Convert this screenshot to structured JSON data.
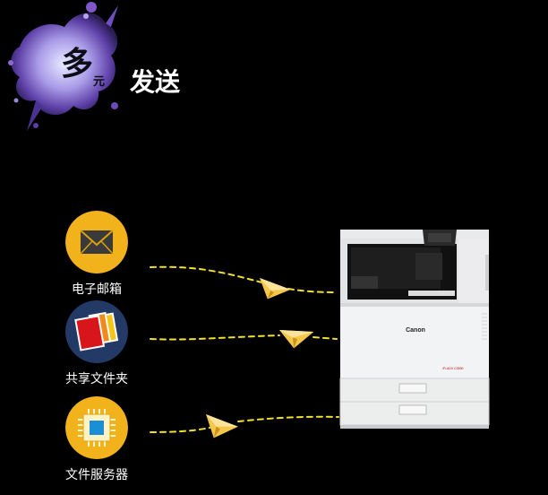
{
  "title": {
    "big_char": "多",
    "small_char": "元",
    "rest": "发送"
  },
  "destinations": [
    {
      "label": "电子邮箱",
      "icon": "envelope-icon"
    },
    {
      "label": "共享文件夹",
      "icon": "shared-folder-icon"
    },
    {
      "label": "文件服务器",
      "icon": "file-server-icon"
    }
  ],
  "printer": {
    "brand": "Canon",
    "model_text": "iR-ADV C3530"
  },
  "colors": {
    "background": "#000000",
    "icon_gold": "#f2b21b",
    "icon_navy": "#243a66",
    "dash_yellow": "#f2e22a",
    "splash_purple": "#7e58c8"
  }
}
